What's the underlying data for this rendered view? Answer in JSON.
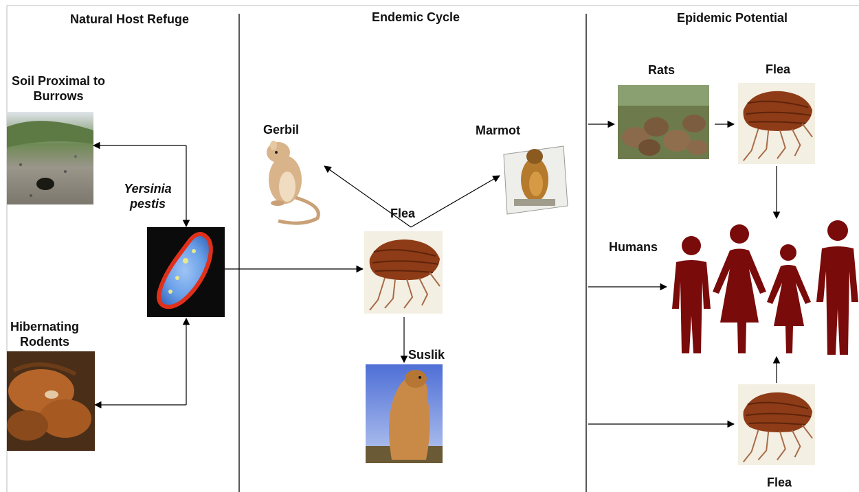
{
  "sections": {
    "left_title": "Natural Host Refuge",
    "middle_title": "Endemic Cycle",
    "right_title": "Epidemic Potential"
  },
  "labels": {
    "soil": [
      "Soil Proximal to",
      "Burrows"
    ],
    "pathogen": [
      "Yersinia",
      "pestis"
    ],
    "hibernating": [
      "Hibernating",
      "Rodents"
    ],
    "gerbil": "Gerbil",
    "marmot": "Marmot",
    "flea_center": "Flea",
    "suslik": "Suslik",
    "rats": "Rats",
    "flea_top_right": "Flea",
    "humans": "Humans",
    "flea_bottom": "Flea"
  },
  "pictures": {
    "soil": "burrow-soil-photo",
    "bacterium": "yersinia-pestis-bacterium-micrograph",
    "hibernating": "hibernating-rodents-photo",
    "gerbil": "gerbil-illustration",
    "marmot": "marmot-illustration",
    "flea": "flea-illustration",
    "suslik": "suslik-photo",
    "rats": "rats-photo",
    "humans": "human-silhouettes"
  },
  "colors": {
    "human_silhouette": "#7a0b0b",
    "flea_body": "#8e3b17",
    "bacterium_outline": "#e0301a",
    "bacterium_fill": "#6aa0e8"
  }
}
